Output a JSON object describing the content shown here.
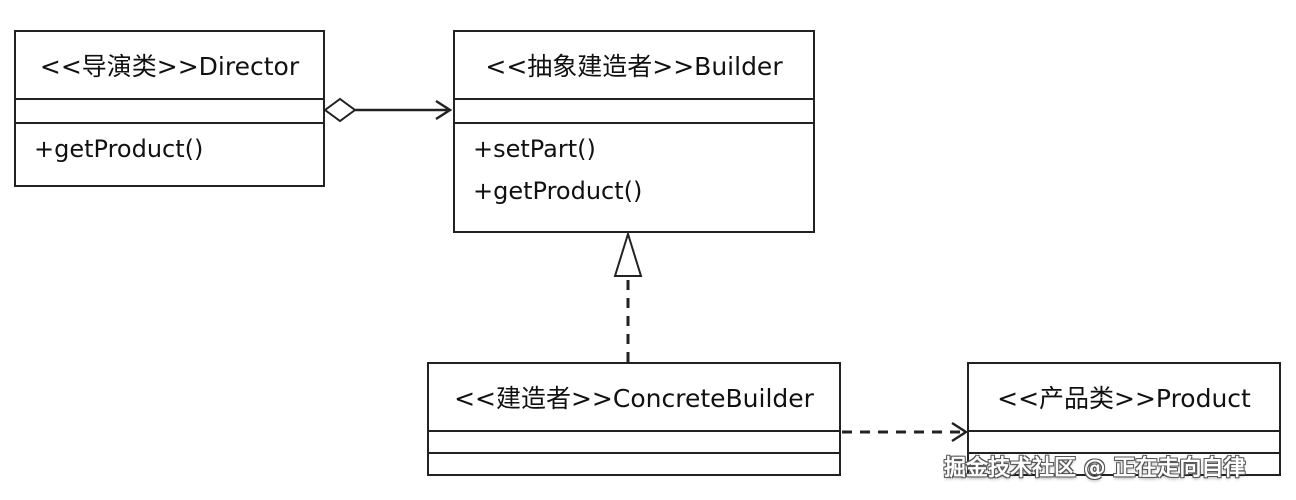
{
  "classes": {
    "director": {
      "header": "<<导演类>>Director",
      "methods": [
        "+getProduct()"
      ]
    },
    "builder": {
      "header": "<<抽象建造者>>Builder",
      "methods": [
        "+setPart()",
        "+getProduct()"
      ]
    },
    "concrete_builder": {
      "header": "<<建造者>>ConcreteBuilder"
    },
    "product": {
      "header": "<<产品类>>Product"
    }
  },
  "relations": [
    {
      "from": "Director",
      "to": "Builder",
      "type": "aggregation"
    },
    {
      "from": "ConcreteBuilder",
      "to": "Builder",
      "type": "realization"
    },
    {
      "from": "ConcreteBuilder",
      "to": "Product",
      "type": "dependency"
    }
  ],
  "watermark": "掘金技术社区 @ 正在走向自律"
}
